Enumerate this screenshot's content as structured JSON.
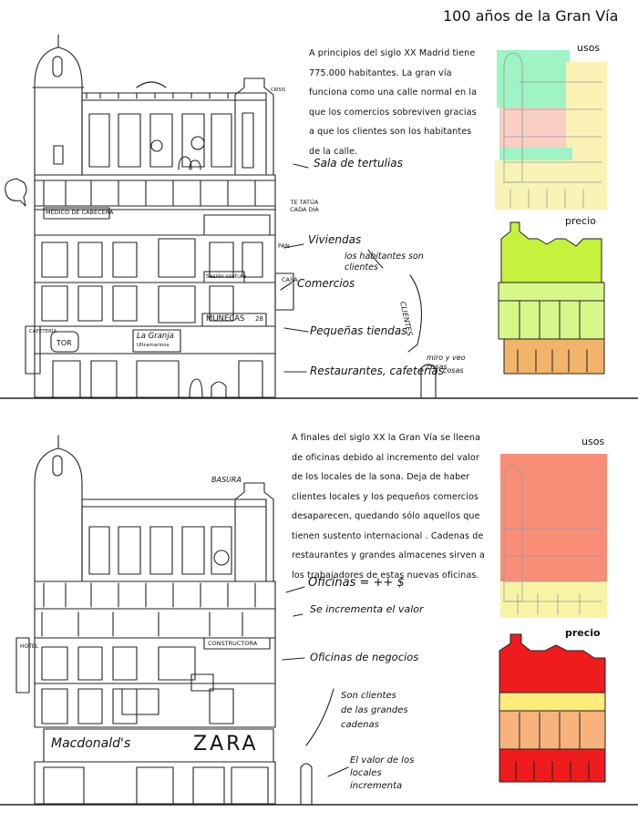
{
  "title": "100 años de la Gran Vía",
  "top": {
    "intro": "A principios del siglo XX Madrid tiene 775.000 habitantes. La gran vía funciona como una calle normal en la que los comercios sobreviven gracias a que los clientes son los habitantes de la calle.",
    "annotations": {
      "tertulias": "Sala de tertulias",
      "viviendas": "Viviendas",
      "habitantes": "los habitantes son clientes",
      "clientes": "CLIENTES",
      "comercios": "Comercios",
      "tiendas": "Pequeñas tiendas",
      "restaurantes": "Restaurantes, cafeterías",
      "miro": "miro y veo cosas"
    },
    "signs": {
      "medico": "MÉDICO DE CABECERA",
      "tatuaje": "TE TATÚA CADA DÍA",
      "pan": "PAN",
      "costura": "Sesión costura",
      "munecas": "MUÑECAS",
      "munecas_num": "28",
      "casa": "CASA",
      "cafeteria": "CAFETERÍA",
      "granja": "La Granja",
      "granja_sub": "Ultramarinos",
      "tor": "TOR",
      "cosas": "cosas",
      "crisis": "CRISIS"
    },
    "legend": {
      "usos": "usos",
      "precio": "precio"
    },
    "colors": {
      "usos_green": "#9ff3c4",
      "usos_yellow": "#fbf2b6",
      "usos_pink": "#f9cfc4",
      "usos_lightyellow": "#f7f4b6",
      "precio_green": "#c6f13c",
      "precio_lightgreen": "#d6f78a",
      "precio_orange": "#f2b36b"
    }
  },
  "bottom": {
    "intro": "A finales del siglo XX la Gran Vía se lleena de oficinas debido al incremento del valor de los locales de la sona. Deja de haber clientes locales y los pequeños comercios desaparecen, quedando sólo aquellos que tienen sustento internacional . Cadenas de restaurantes y grandes almacenes sirven a los trabajadores de estas nuevas oficinas.",
    "annotations": {
      "basura": "BASURA",
      "oficinas": "Oficinas = ++ $",
      "valor": "Se incrementa el valor",
      "negocios": "Oficinas de negocios",
      "clientes_grandes": "Son clientes de las grandes cadenas",
      "valor_locales": "El valor de los locales incrementa"
    },
    "signs": {
      "constructora": "CONSTRUCTORA",
      "hotel": "HOTEL",
      "macdonalds": "Macdonald's",
      "zara": "ZARA"
    },
    "legend": {
      "usos": "usos",
      "precio": "precio"
    },
    "colors": {
      "usos_red": "#f98e78",
      "usos_yellow": "#f7f4a6",
      "precio_red": "#ee1c1c",
      "precio_yellow": "#fdeb7a",
      "precio_peach": "#f8b37d"
    }
  }
}
